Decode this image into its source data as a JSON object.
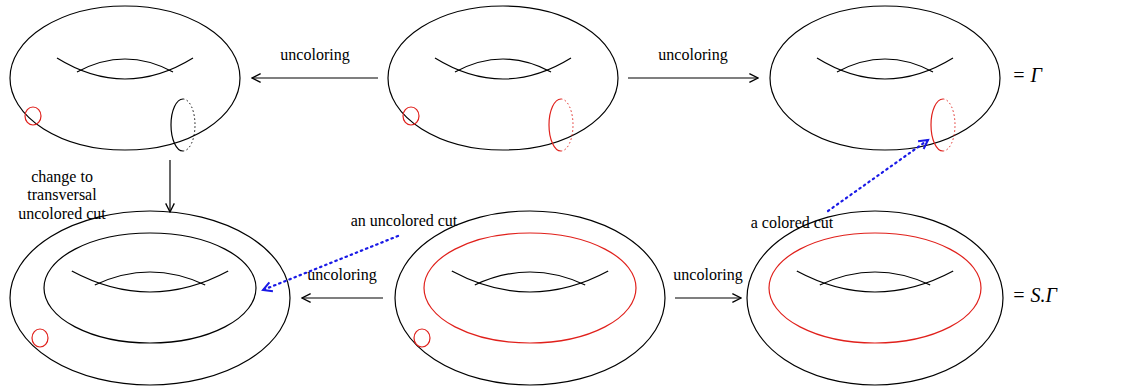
{
  "diagram": {
    "labels": [
      "uncoloring",
      "uncoloring",
      "= Γ",
      "change to transversal uncolored cut",
      "an uncolored cut",
      "a colored cut",
      "uncoloring",
      "uncoloring",
      "= S.Γ"
    ]
  }
}
